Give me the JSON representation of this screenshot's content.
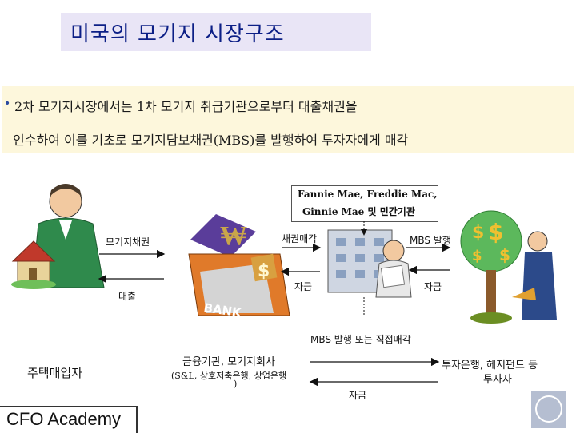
{
  "slide": {
    "title": "미국의 모기지 시장구조",
    "bullet": "•",
    "line1": "2차 모기지시장에서는 1차 모기지 취급기관으로부터 대출채권을",
    "line2": "인수하여 이를 기초로 모기지담보채권(MBS)를 발행하여 투자자에게 매각"
  },
  "diagram": {
    "agency_line1": "Fannie Mae, Freddie Mac,",
    "agency_line2": "Ginnie Mae 및 민간기관",
    "mortgage_claim": "모기지채권",
    "loan": "대출",
    "claim_sale": "채권매각",
    "funds_left": "자금",
    "mbs_issue": "MBS 발행",
    "funds_right": "자금",
    "mbs_direct": "MBS 발행 또는 직접매각",
    "home_buyer": "주택매입자",
    "financial_inst": "금융기관, 모기지회사",
    "financial_inst_sub": "(S&L, 상호저축은행, 상업은행",
    "financial_inst_sub2": ")",
    "investors_line1": "투자은행, 헤지펀드 등",
    "investors_line2": "투자자",
    "funds_bottom": "자금",
    "bank_sign": "BANK",
    "won_sign": "₩",
    "dollar_sign": "$"
  },
  "footer": {
    "logo": "CFO Academy"
  },
  "colors": {
    "title": "#0c1f86",
    "title_bg": "#e9e5f6",
    "desc_bg": "#fdf7dc"
  }
}
